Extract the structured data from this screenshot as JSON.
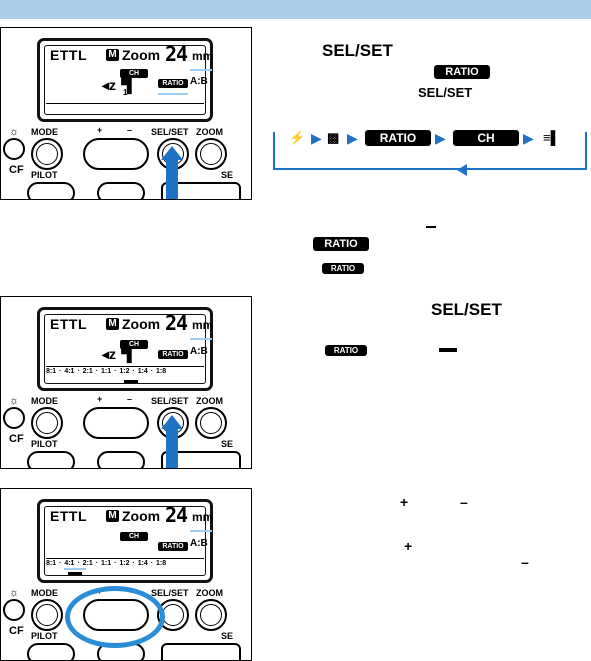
{
  "lcd": {
    "mode": "ETTL",
    "m_badge": "M",
    "zoom_label": "Zoom",
    "focal": "24",
    "unit": "mm",
    "ch_badge": "CH",
    "ratio_badge": "RATIO",
    "ab_label": "A:B",
    "ch_value": "1",
    "ratio_scale": "8:1 · 4:1 · 2:1 · 1:1 · 1:2 · 1:4 · 1:8"
  },
  "controls": {
    "cf_label": "CF",
    "mode_label": "MODE",
    "plus_label": "+",
    "minus_label": "–",
    "selset_label": "SEL/SET",
    "zoom_label": "ZOOM",
    "pilot_label": "PILOT",
    "switch_label": "SE"
  },
  "instructions": {
    "step1_key": "SEL/SET",
    "step1_badge": "RATIO",
    "step1_key2": "SEL/SET",
    "flow": [
      "RATIO",
      "CH"
    ],
    "step2_badge": "RATIO",
    "step2_badge2": "RATIO",
    "step3_key": "SEL/SET",
    "step3_badge": "RATIO",
    "step4_plus": "+",
    "step4_minus": "–",
    "step4_plus2": "+",
    "step4_minus2": "–"
  },
  "colors": {
    "topbar": "#a9cce8",
    "accent_blue": "#1e73c6",
    "highlight_blue": "#2a8dd8"
  }
}
